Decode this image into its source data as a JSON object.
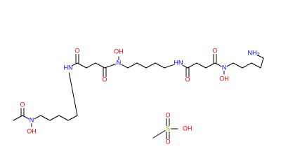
{
  "molecule": {
    "atoms": [
      {
        "id": "ch3a",
        "el": "C"
      },
      {
        "id": "c_ac",
        "el": "C"
      },
      {
        "id": "o_ac",
        "el": "O",
        "label": "O"
      },
      {
        "id": "n1",
        "el": "N",
        "label": "N"
      },
      {
        "id": "oh1",
        "el": "O",
        "label": "OH"
      },
      {
        "id": "c1",
        "el": "C"
      },
      {
        "id": "c2",
        "el": "C"
      },
      {
        "id": "c3",
        "el": "C"
      },
      {
        "id": "c4",
        "el": "C"
      },
      {
        "id": "c5",
        "el": "C"
      },
      {
        "id": "nh1",
        "el": "N",
        "label": "HN"
      },
      {
        "id": "c_am1",
        "el": "C"
      },
      {
        "id": "o_am1",
        "el": "O",
        "label": "O"
      },
      {
        "id": "c6",
        "el": "C"
      },
      {
        "id": "c7",
        "el": "C"
      },
      {
        "id": "c_am2",
        "el": "C"
      },
      {
        "id": "o_am2",
        "el": "O",
        "label": "O"
      },
      {
        "id": "n2",
        "el": "N",
        "label": "N"
      },
      {
        "id": "oh2",
        "el": "O",
        "label": "OH"
      },
      {
        "id": "c8",
        "el": "C"
      },
      {
        "id": "c9",
        "el": "C"
      },
      {
        "id": "c10",
        "el": "C"
      },
      {
        "id": "c11",
        "el": "C"
      },
      {
        "id": "c12",
        "el": "C"
      },
      {
        "id": "nh2",
        "el": "N",
        "label": "HN"
      },
      {
        "id": "c_am3",
        "el": "C"
      },
      {
        "id": "o_am3",
        "el": "O",
        "label": "O"
      },
      {
        "id": "c13",
        "el": "C"
      },
      {
        "id": "c14",
        "el": "C"
      },
      {
        "id": "c_am4",
        "el": "C"
      },
      {
        "id": "o_am4",
        "el": "O",
        "label": "O"
      },
      {
        "id": "n3",
        "el": "N",
        "label": "N"
      },
      {
        "id": "oh3",
        "el": "O",
        "label": "OH"
      },
      {
        "id": "c15",
        "el": "C"
      },
      {
        "id": "c16",
        "el": "C"
      },
      {
        "id": "c17",
        "el": "C"
      },
      {
        "id": "c18",
        "el": "C"
      },
      {
        "id": "c19",
        "el": "C"
      },
      {
        "id": "nh2_term",
        "el": "N",
        "label": "NH2"
      },
      {
        "id": "ch3b",
        "el": "C"
      },
      {
        "id": "s",
        "el": "S",
        "label": "S"
      },
      {
        "id": "o_s1",
        "el": "O",
        "label": "O"
      },
      {
        "id": "o_s2",
        "el": "O",
        "label": "O"
      },
      {
        "id": "oh_s",
        "el": "O",
        "label": "OH"
      }
    ],
    "bonds": [
      {
        "a": "ch3a",
        "b": "c_ac",
        "order": 1
      },
      {
        "a": "c_ac",
        "b": "o_ac",
        "order": 2
      },
      {
        "a": "c_ac",
        "b": "n1",
        "order": 1
      },
      {
        "a": "n1",
        "b": "oh1",
        "order": 1
      },
      {
        "a": "n1",
        "b": "c1",
        "order": 1
      },
      {
        "a": "c1",
        "b": "c2",
        "order": 1
      },
      {
        "a": "c2",
        "b": "c3",
        "order": 1
      },
      {
        "a": "c3",
        "b": "c4",
        "order": 1
      },
      {
        "a": "c4",
        "b": "c5",
        "order": 1
      },
      {
        "a": "c5",
        "b": "nh1",
        "order": 1
      },
      {
        "a": "nh1",
        "b": "c_am1",
        "order": 1
      },
      {
        "a": "c_am1",
        "b": "o_am1",
        "order": 2
      },
      {
        "a": "c_am1",
        "b": "c6",
        "order": 1
      },
      {
        "a": "c6",
        "b": "c7",
        "order": 1
      },
      {
        "a": "c7",
        "b": "c_am2",
        "order": 1
      },
      {
        "a": "c_am2",
        "b": "o_am2",
        "order": 2
      },
      {
        "a": "c_am2",
        "b": "n2",
        "order": 1
      },
      {
        "a": "n2",
        "b": "oh2",
        "order": 1
      },
      {
        "a": "n2",
        "b": "c8",
        "order": 1
      },
      {
        "a": "c8",
        "b": "c9",
        "order": 1
      },
      {
        "a": "c9",
        "b": "c10",
        "order": 1
      },
      {
        "a": "c10",
        "b": "c11",
        "order": 1
      },
      {
        "a": "c11",
        "b": "c12",
        "order": 1
      },
      {
        "a": "c12",
        "b": "nh2",
        "order": 1
      },
      {
        "a": "nh2",
        "b": "c_am3",
        "order": 1
      },
      {
        "a": "c_am3",
        "b": "o_am3",
        "order": 2
      },
      {
        "a": "c_am3",
        "b": "c13",
        "order": 1
      },
      {
        "a": "c13",
        "b": "c14",
        "order": 1
      },
      {
        "a": "c14",
        "b": "c_am4",
        "order": 1
      },
      {
        "a": "c_am4",
        "b": "o_am4",
        "order": 2
      },
      {
        "a": "c_am4",
        "b": "n3",
        "order": 1
      },
      {
        "a": "n3",
        "b": "oh3",
        "order": 1
      },
      {
        "a": "n3",
        "b": "c15",
        "order": 1
      },
      {
        "a": "c15",
        "b": "c16",
        "order": 1
      },
      {
        "a": "c16",
        "b": "c17",
        "order": 1
      },
      {
        "a": "c17",
        "b": "c18",
        "order": 1
      },
      {
        "a": "c18",
        "b": "c19",
        "order": 1
      },
      {
        "a": "c19",
        "b": "nh2_term",
        "order": 1
      },
      {
        "a": "ch3b",
        "b": "s",
        "order": 1
      },
      {
        "a": "s",
        "b": "o_s1",
        "order": 2
      },
      {
        "a": "s",
        "b": "o_s2",
        "order": 2
      },
      {
        "a": "s",
        "b": "oh_s",
        "order": 1
      }
    ],
    "colors": {
      "C": "#000000",
      "N": "#0000ff",
      "O": "#ff0000",
      "S": "#b8a000"
    }
  }
}
